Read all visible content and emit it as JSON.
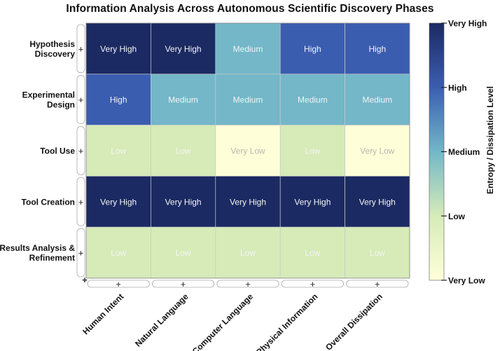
{
  "chart_data": {
    "type": "heatmap",
    "title": "Information Analysis Across Autonomous Scientific Discovery Phases",
    "rows": [
      "Hypothesis\nDiscovery",
      "Experimental\nDesign",
      "Tool Use",
      "Tool Creation",
      "Results Analysis &\nRefinement"
    ],
    "columns": [
      "Human Intent",
      "Natural Language",
      "Computer Language",
      "Physical Information",
      "Overall Dissipation"
    ],
    "levels": [
      "Very Low",
      "Low",
      "Medium",
      "High",
      "Very High"
    ],
    "cells": [
      [
        "Very High",
        "Very High",
        "Medium",
        "High",
        "High"
      ],
      [
        "High",
        "Medium",
        "Medium",
        "Medium",
        "Medium"
      ],
      [
        "Low",
        "Low",
        "Very Low",
        "Low",
        "Very Low"
      ],
      [
        "Very High",
        "Very High",
        "Very High",
        "Very High",
        "Very High"
      ],
      [
        "Low",
        "Low",
        "Low",
        "Low",
        "Low"
      ]
    ],
    "level_colors": {
      "Very Low": "#fefed8",
      "Low": "#d6ebb8",
      "Medium": "#73b7c8",
      "High": "#3b5db0",
      "Very High": "#1b2a62"
    },
    "colorbar": {
      "label": "Entropy / Dissipation Level",
      "ticks": [
        "Very Low",
        "Low",
        "Medium",
        "High",
        "Very High"
      ]
    }
  }
}
